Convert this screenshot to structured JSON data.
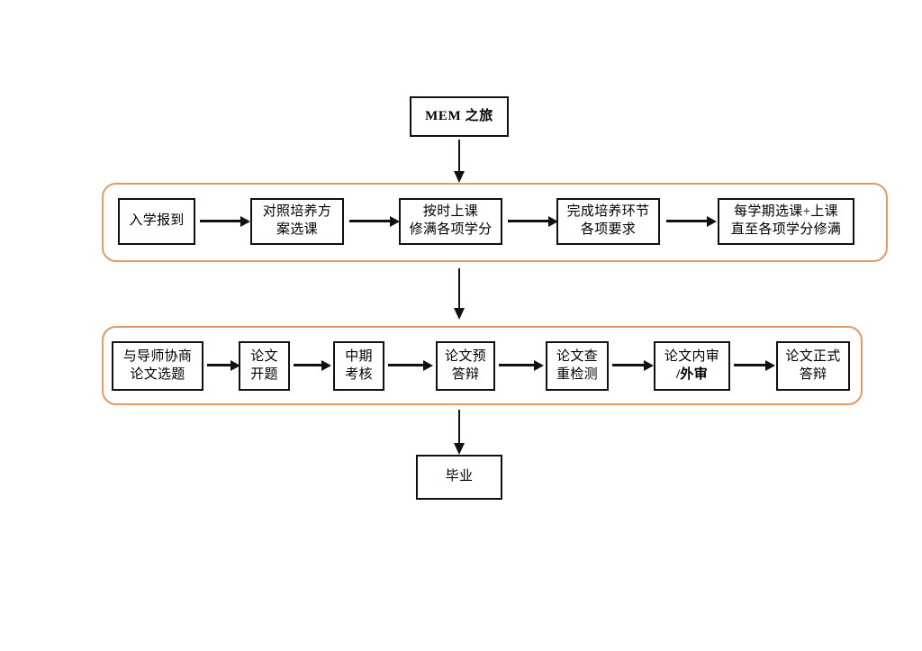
{
  "diagram": {
    "title_node": {
      "label": "MEM 之旅",
      "lines": [
        "MEM 之旅"
      ],
      "bold": true
    },
    "stage_one": {
      "group_name": "coursework-stage",
      "border_color": "#E09A62",
      "steps": [
        {
          "id": "enroll",
          "lines": [
            "入学报到"
          ]
        },
        {
          "id": "select-courses",
          "lines": [
            "对照培养方",
            "案选课"
          ]
        },
        {
          "id": "attend-classes",
          "lines": [
            "按时上课",
            "修满各项学分"
          ]
        },
        {
          "id": "training-reqs",
          "lines": [
            "完成培养环节",
            "各项要求"
          ]
        },
        {
          "id": "each-semester",
          "lines": [
            "每学期选课+上课",
            "直至各项学分修满"
          ]
        }
      ]
    },
    "stage_two": {
      "group_name": "thesis-stage",
      "border_color": "#E09A62",
      "steps": [
        {
          "id": "advisor-topic",
          "lines": [
            "与导师协商",
            "论文选题"
          ]
        },
        {
          "id": "proposal",
          "lines": [
            "论文",
            "开题"
          ]
        },
        {
          "id": "midterm",
          "lines": [
            "中期",
            "考核"
          ]
        },
        {
          "id": "pre-defense",
          "lines": [
            "论文预",
            "答辩"
          ]
        },
        {
          "id": "plagiarism",
          "lines": [
            "论文查",
            "重检测"
          ]
        },
        {
          "id": "review",
          "lines": [
            "论文内审",
            "/外审"
          ]
        },
        {
          "id": "final-defense",
          "lines": [
            "论文正式",
            "答辩"
          ]
        }
      ]
    },
    "end_node": {
      "label": "毕业",
      "lines": [
        "毕业"
      ]
    }
  }
}
